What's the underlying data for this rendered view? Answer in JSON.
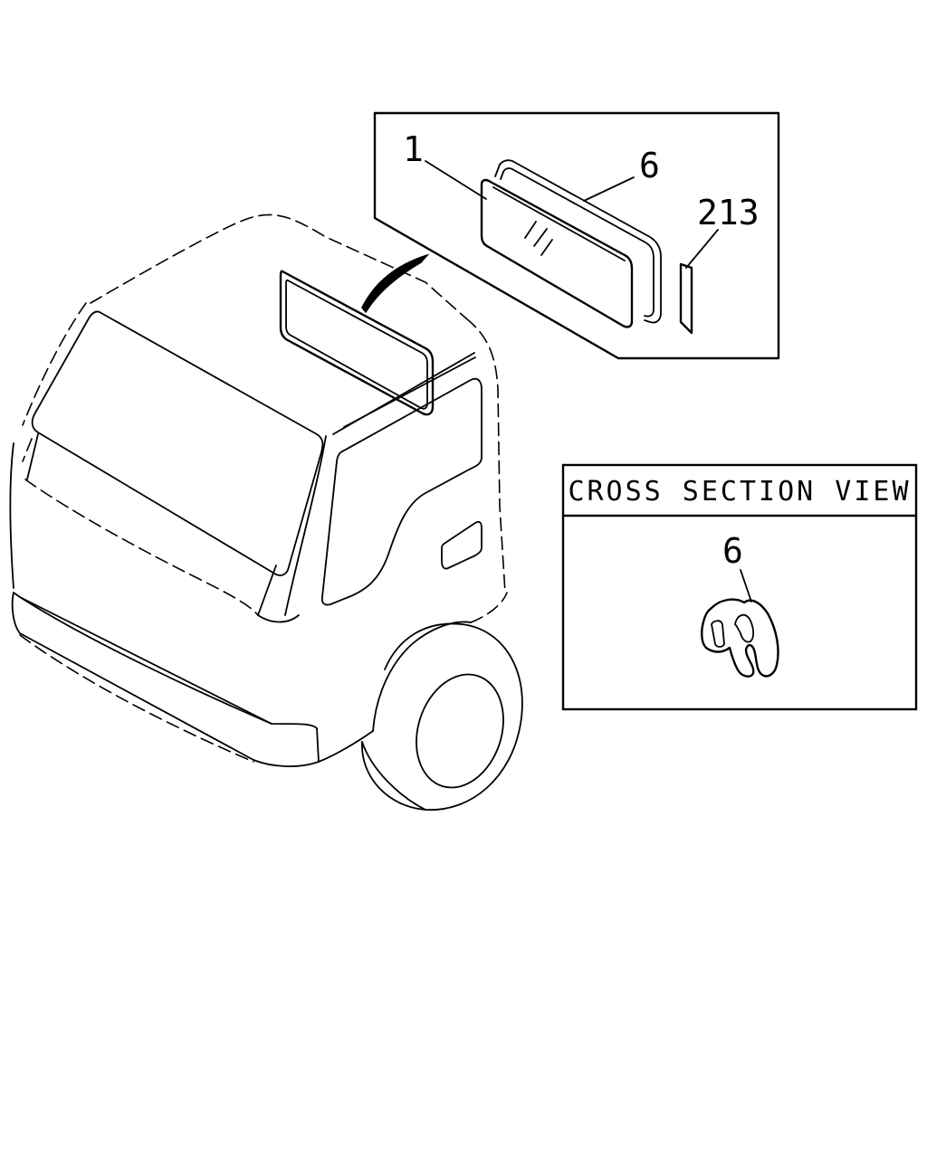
{
  "callouts": {
    "glass": "1",
    "weatherstrip": "6",
    "sealant": "213",
    "section_weatherstrip": "6"
  },
  "inset": {
    "title": "CROSS SECTION VIEW"
  }
}
